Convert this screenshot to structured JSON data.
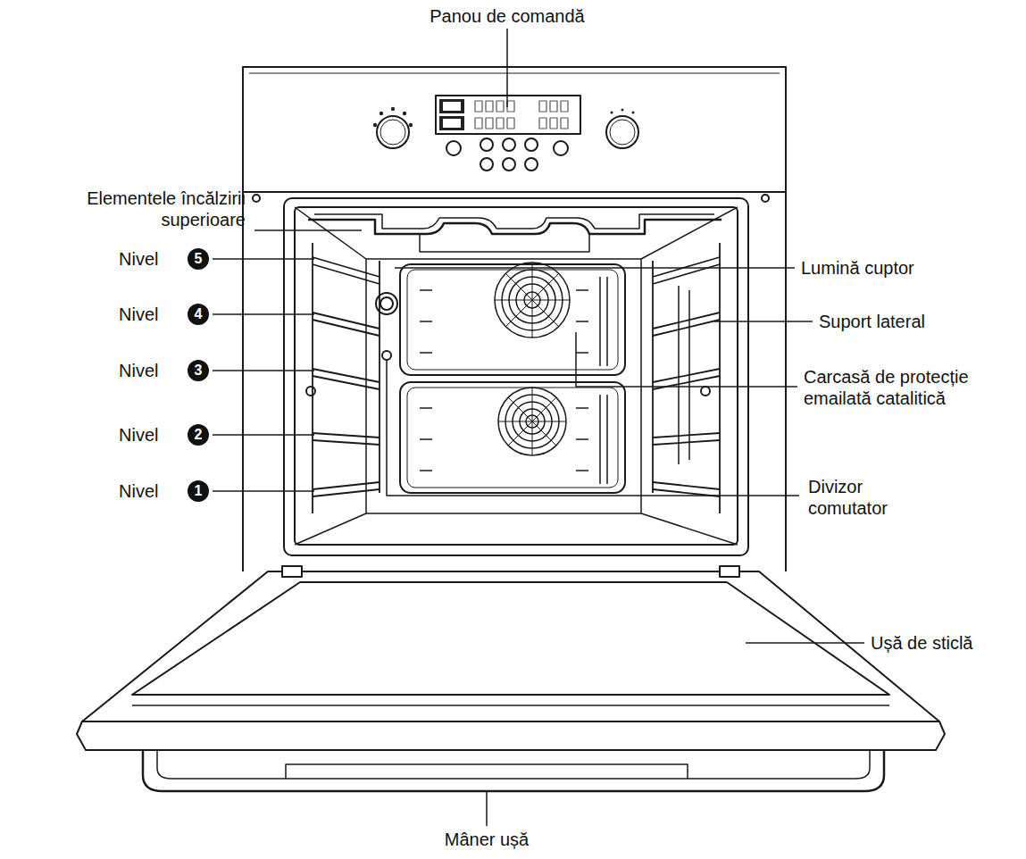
{
  "diagram": {
    "labels": [
      "Panou de comandă",
      "Elementele încălzirii superioare",
      "Nivel",
      "5",
      "Nivel",
      "4",
      "Nivel",
      "3",
      "Nivel",
      "2",
      "Nivel",
      "1",
      "Lumină cuptor",
      "Suport lateral",
      "Carcasă de protecție emailată catalitică",
      "Divizor comutator",
      "Ușă de sticlă",
      "Mâner ușă"
    ]
  }
}
